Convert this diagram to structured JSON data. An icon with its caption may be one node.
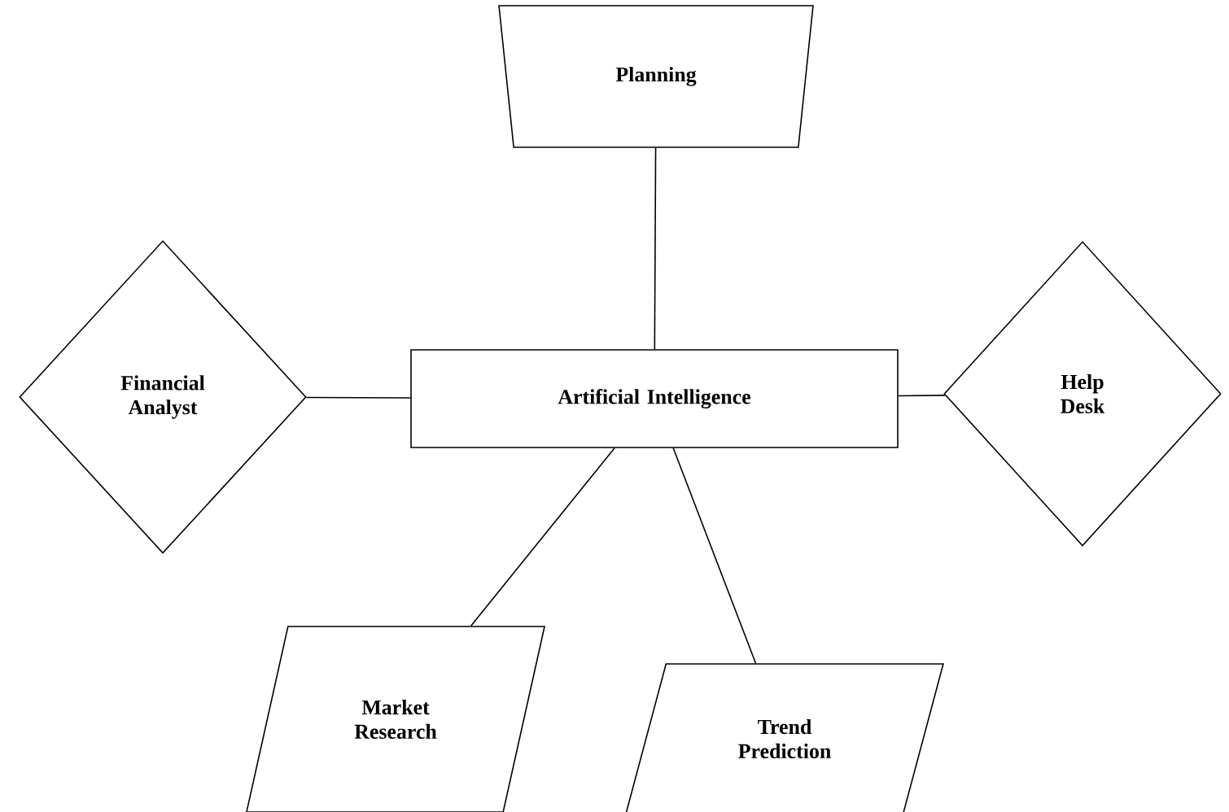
{
  "diagram": {
    "nodes": [
      {
        "text": [
          "Planning"
        ]
      },
      {
        "text": [
          "Financial Analyst"
        ]
      },
      {
        "text": [
          "Artificial Intelligence"
        ]
      },
      {
        "text": [
          "Help Desk"
        ]
      },
      {
        "text": [
          "Market Research"
        ]
      },
      {
        "text": [
          "Trend Prediction"
        ]
      }
    ],
    "edges": [
      {
        "from": 0,
        "to": 2,
        "arrow": "none"
      },
      {
        "from": 1,
        "to": 2,
        "arrow": "none"
      },
      {
        "from": 3,
        "to": 2,
        "arrow": "none"
      },
      {
        "from": 4,
        "to": 2,
        "arrow": "none"
      },
      {
        "from": 5,
        "to": 2,
        "arrow": "none"
      }
    ]
  }
}
